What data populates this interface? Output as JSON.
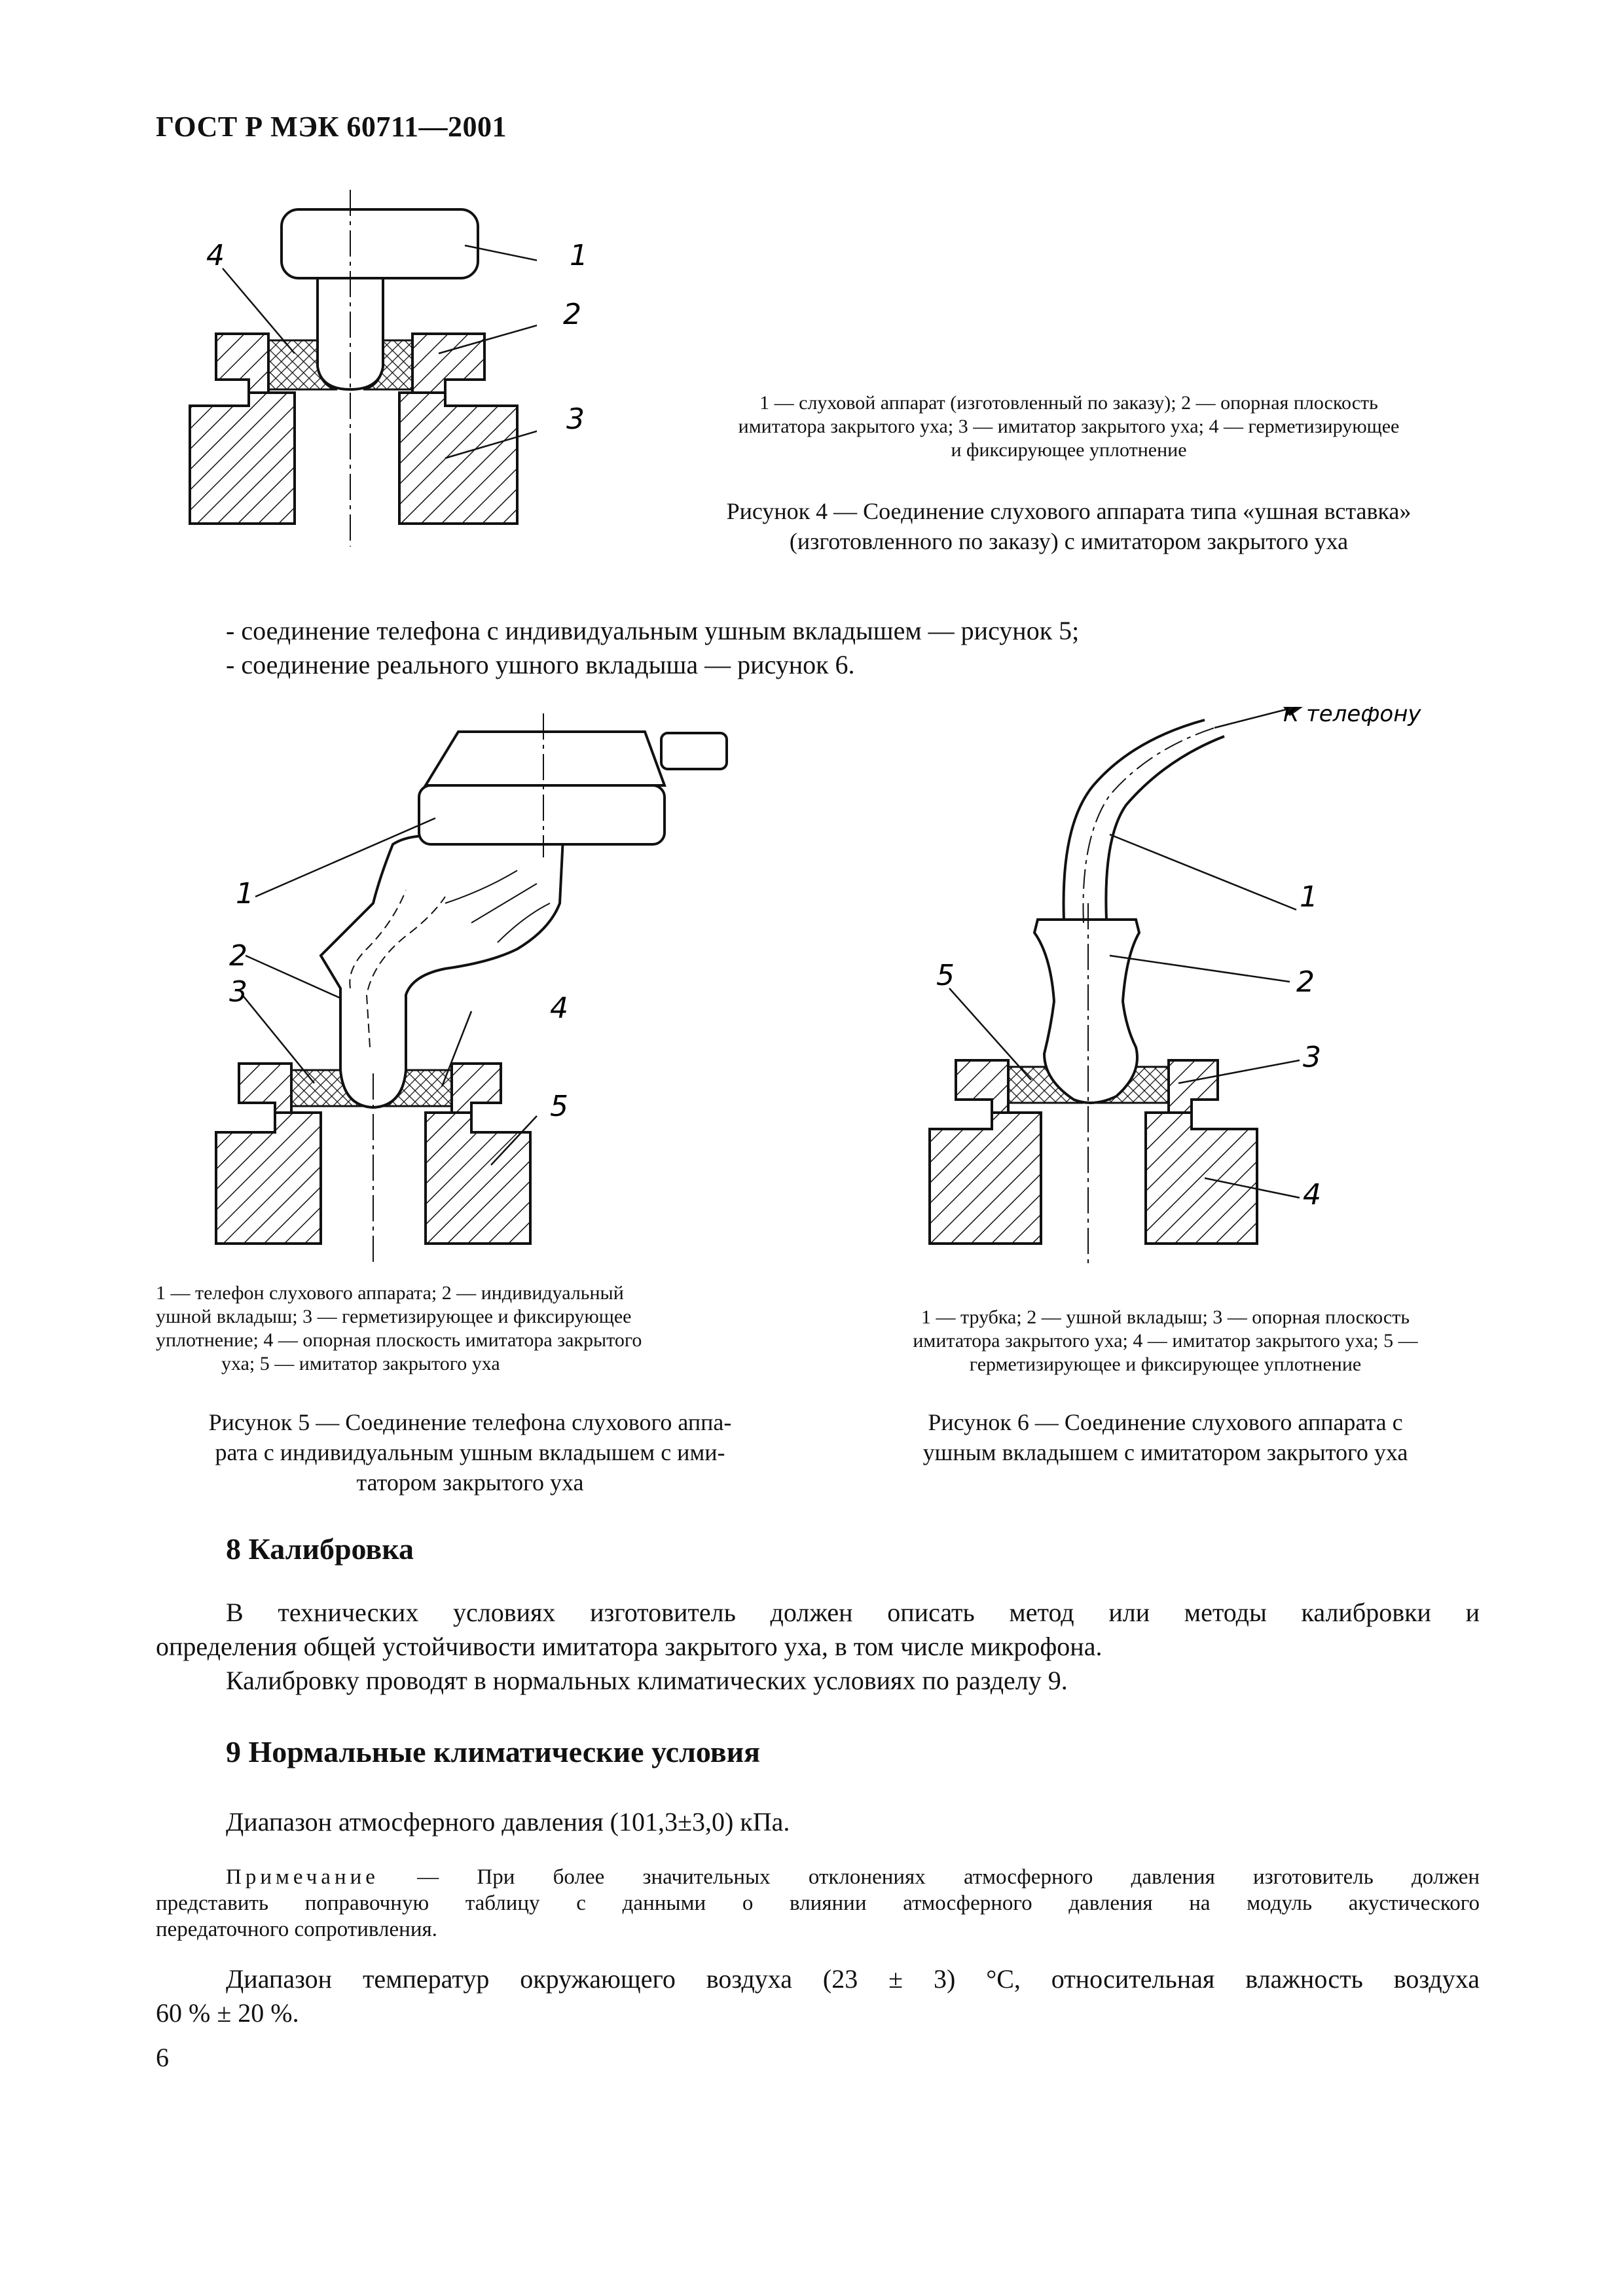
{
  "header": "ГОСТ Р МЭК 60711—2001",
  "figure4": {
    "labels": [
      "1",
      "2",
      "3",
      "4"
    ],
    "legend_lines": [
      "1 — слуховой аппарат (изготовленный по заказу); 2 — опорная плоскость",
      "имитатора закрытого уха; 3 — имитатор закрытого уха; 4 — герметизирующее",
      "и фиксирующее уплотнение"
    ],
    "caption_lines": [
      "Рисунок 4 — Соединение слухового аппарата типа «ушная вставка»",
      "(изготовленного по заказу) с имитатором закрытого уха"
    ]
  },
  "list_items": [
    "- соединение телефона с индивидуальным ушным вкладышем — рисунок 5;",
    "- соединение реального ушного вкладыша — рисунок 6."
  ],
  "figure5": {
    "labels": [
      "1",
      "2",
      "3",
      "4",
      "5"
    ],
    "legend_lines": [
      "1 — телефон слухового аппарата; 2 — индивидуальный",
      "ушной вкладыш; 3 — герметизирующее и фиксирующее",
      "уплотнение; 4 — опорная плоскость имитатора закрытого",
      "уха; 5 — имитатор закрытого уха"
    ],
    "caption_lines": [
      "Рисунок 5 — Соединение телефона слухового аппа-",
      "рата с индивидуальным ушным вкладышем с ими-",
      "татором закрытого уха"
    ]
  },
  "figure6": {
    "to_phone_label": "К телефону",
    "labels": [
      "1",
      "2",
      "3",
      "4",
      "5"
    ],
    "legend_lines": [
      "1 — трубка; 2 — ушной вкладыш; 3 — опорная плоскость",
      "имитатора закрытого уха; 4 — имитатор закрытого уха; 5 —",
      "герметизирующее и фиксирующее уплотнение"
    ],
    "caption_lines": [
      "Рисунок 6 — Соединение слухового аппарата с",
      "ушным вкладышем с имитатором закрытого уха"
    ]
  },
  "section8": {
    "title": "8 Калибровка",
    "para1_lines": [
      "В технических условиях изготовитель должен описать метод или методы калибровки и",
      "определения общей устойчивости имитатора закрытого уха, в том числе микрофона."
    ],
    "para2": "Калибровку проводят в нормальных климатических условиях по разделу 9."
  },
  "section9": {
    "title": "9 Нормальные климатические условия",
    "pressure": "Диапазон атмосферного давления (101,3±3,0) кПа.",
    "note_label": "Примечание",
    "note_lines": [
      "— При более значительных отклонениях атмосферного давления изготовитель должен",
      "представить поправочную таблицу с данными о влиянии атмосферного давления на модуль акустического",
      "передаточного сопротивления."
    ],
    "temperature_lines": [
      "Диапазон температур окружающего воздуха (23 ± 3) °С, относительная влажность воздуха",
      "60 % ± 20 %."
    ]
  },
  "page_number": "6"
}
